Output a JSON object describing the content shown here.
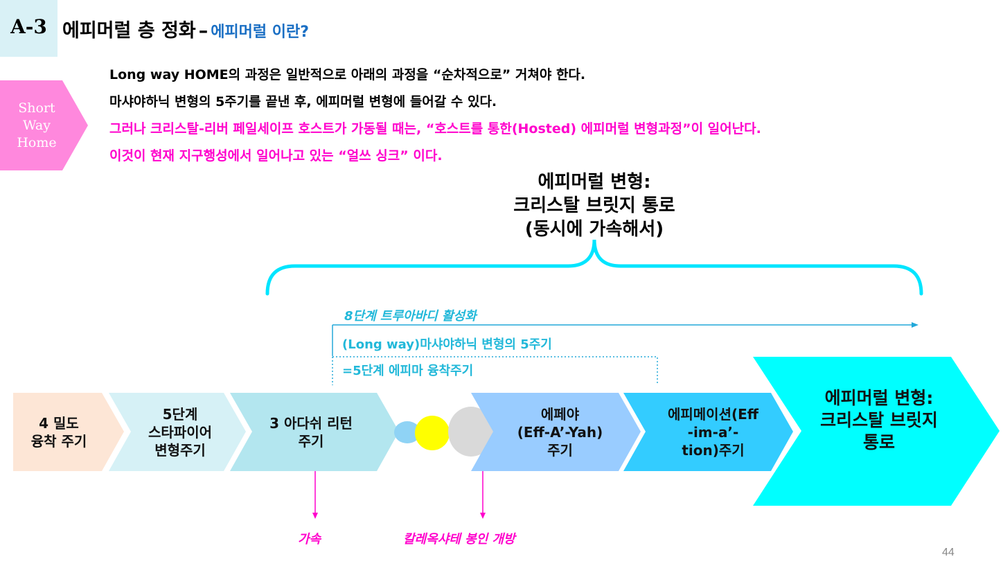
{
  "header": {
    "code": "A-3",
    "title": "에피머럴 층 정화",
    "dash": "–",
    "subtitle": "에피머럴 이란?"
  },
  "side_tag": {
    "lines": [
      "Short",
      "Way",
      "Home"
    ],
    "color": "#ff88dd"
  },
  "paragraphs": [
    "Long way HOME의 과정은 일반적으로 아래의 과정을 “순차적으로” 거쳐야 한다.",
    "마샤야하닉 변형의 5주기를 끝낸 후, 에피머럴 변형에 들어갈 수 있다.",
    "그러나 크리스탈-리버 페일세이프 호스트가 가동될 때는, “호스트를 통한(Hosted) 에피머럴 변형과정”이 일어난다.",
    "이것이 현재 지구행성에서 일어나고 있는 “얼쓰 싱크” 이다."
  ],
  "brace_label": [
    "에피머럴 변형:",
    "크리스탈 브릿지 통로",
    "(동시에 가속해서)"
  ],
  "annotations": {
    "activation": "8단계 트루아바디 활성화",
    "long_way": "(Long way)마샤야하닉 변형의 5주기",
    "equals": "=5단계 에피마 융착주기",
    "acceleration": "가속",
    "seal_open": "칼레옥샤테 봉인 개방"
  },
  "stages": [
    {
      "lines": [
        "4 밀도",
        "융착 주기"
      ],
      "color": "#fde6d6"
    },
    {
      "lines": [
        "5단계",
        "스타파이어",
        "변형주기"
      ],
      "color": "#d6f1f6"
    },
    {
      "lines": [
        "3 아다쉬 리턴",
        "주기"
      ],
      "color": "#b3e6ef"
    },
    {
      "lines": [
        "에페야",
        "(Eff-A’-Yah)",
        "주기"
      ],
      "color": "#99ccff"
    },
    {
      "lines": [
        "에피메이션(Eff",
        "-im-a’-",
        "tion)주기"
      ],
      "color": "#33ccff"
    },
    {
      "lines": [
        "에피머럴 변형:",
        "크리스탈 브릿지",
        "통로"
      ],
      "color": "#00ffff"
    }
  ],
  "colors": {
    "accent_cyan": "#00e5ff",
    "magenta": "#ff00cc",
    "title_blue": "#1a6fc4",
    "arrow_blue": "#22a8d9"
  },
  "page_number": "44"
}
